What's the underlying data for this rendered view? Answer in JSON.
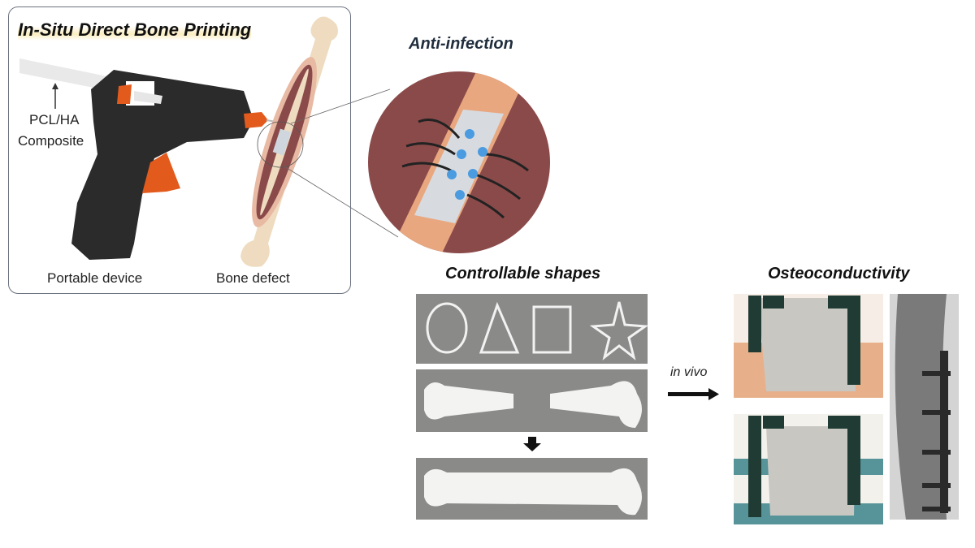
{
  "left_panel": {
    "title": "In-Situ Direct Bone Printing",
    "material_label_line1": "PCL/HA",
    "material_label_line2": "Composite",
    "device_label": "Portable device",
    "defect_label": "Bone defect"
  },
  "anti_infection": {
    "title": "Anti-infection"
  },
  "shapes_panel": {
    "title": "Controllable shapes"
  },
  "transition": {
    "label": "in vivo"
  },
  "osteo_panel": {
    "title": "Osteoconductivity"
  },
  "colors": {
    "gun": "#2b2b2b",
    "orange": "#e25a1c",
    "tissue": "#8b4a4a",
    "bone": "#efdcc0",
    "dots": "#4a9be0",
    "stain_red": "#c8642a",
    "stain_teal": "#2f7d85"
  }
}
